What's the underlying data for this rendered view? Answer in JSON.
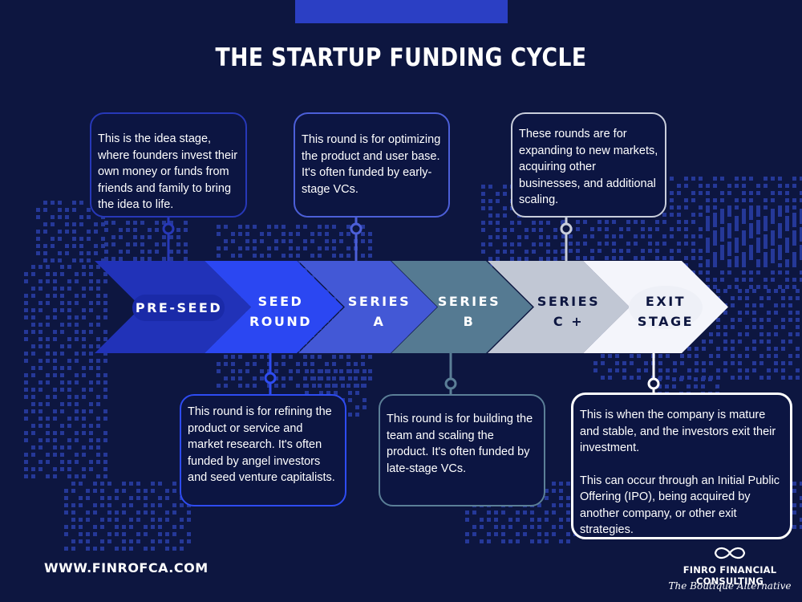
{
  "title": "THE STARTUP FUNDING CYCLE",
  "stages": [
    {
      "id": "pre-seed",
      "lines": [
        "PRE-SEED"
      ],
      "arrow_color": "#2132b8",
      "text_color": "#ffffff",
      "description": [
        "This is the idea stage, where founders invest their own money or funds from friends and family to bring the idea to life."
      ],
      "box_position": "above",
      "border_color": "#2738b8"
    },
    {
      "id": "seed-round",
      "lines": [
        "SEED",
        "ROUND"
      ],
      "arrow_color": "#2b47f2",
      "text_color": "#ffffff",
      "description": [
        "This round is for refining the product or service and market research. It's often funded by angel investors and seed venture capitalists."
      ],
      "box_position": "below",
      "border_color": "#2e4cf2"
    },
    {
      "id": "series-a",
      "lines": [
        "SERIES",
        "A"
      ],
      "arrow_color": "#4358d6",
      "text_color": "#ffffff",
      "description": [
        "This round is for optimizing the product and user base. It's often funded by early-stage VCs."
      ],
      "box_position": "above",
      "border_color": "#4c5fd8"
    },
    {
      "id": "series-b",
      "lines": [
        "SERIES",
        "B"
      ],
      "arrow_color": "#557a92",
      "text_color": "#ffffff",
      "description": [
        "This round is for building the team and scaling the product. It's often funded by late-stage VCs."
      ],
      "box_position": "below",
      "border_color": "#5b7f97"
    },
    {
      "id": "series-c",
      "lines": [
        "SERIES",
        "C +"
      ],
      "arrow_color": "#c1c7d4",
      "text_color": "#0d1640",
      "description": [
        " These rounds are for expanding to new markets, acquiring other businesses, and additional scaling."
      ],
      "box_position": "above",
      "border_color": "#c9cedb"
    },
    {
      "id": "exit-stage",
      "lines": [
        "EXIT",
        "STAGE"
      ],
      "arrow_color": "#f4f5fb",
      "text_color": "#0d1640",
      "description": [
        "This is when the company is mature and stable, and the investors exit their investment.",
        "This can occur through an Initial Public Offering (IPO), being acquired by another company, or other exit strategies."
      ],
      "box_position": "below",
      "border_color": "#ffffff"
    }
  ],
  "footer": {
    "url": "WWW.FINROFCA.COM",
    "brand_name": "FINRO FINANCIAL CONSULTING",
    "brand_tagline": "The Boutique Alternative",
    "logo_icon": "infinity-icon"
  },
  "colors": {
    "background": "#0d1640",
    "top_bar": "#2b3fc4",
    "map_dots": "#2a3ea8"
  }
}
